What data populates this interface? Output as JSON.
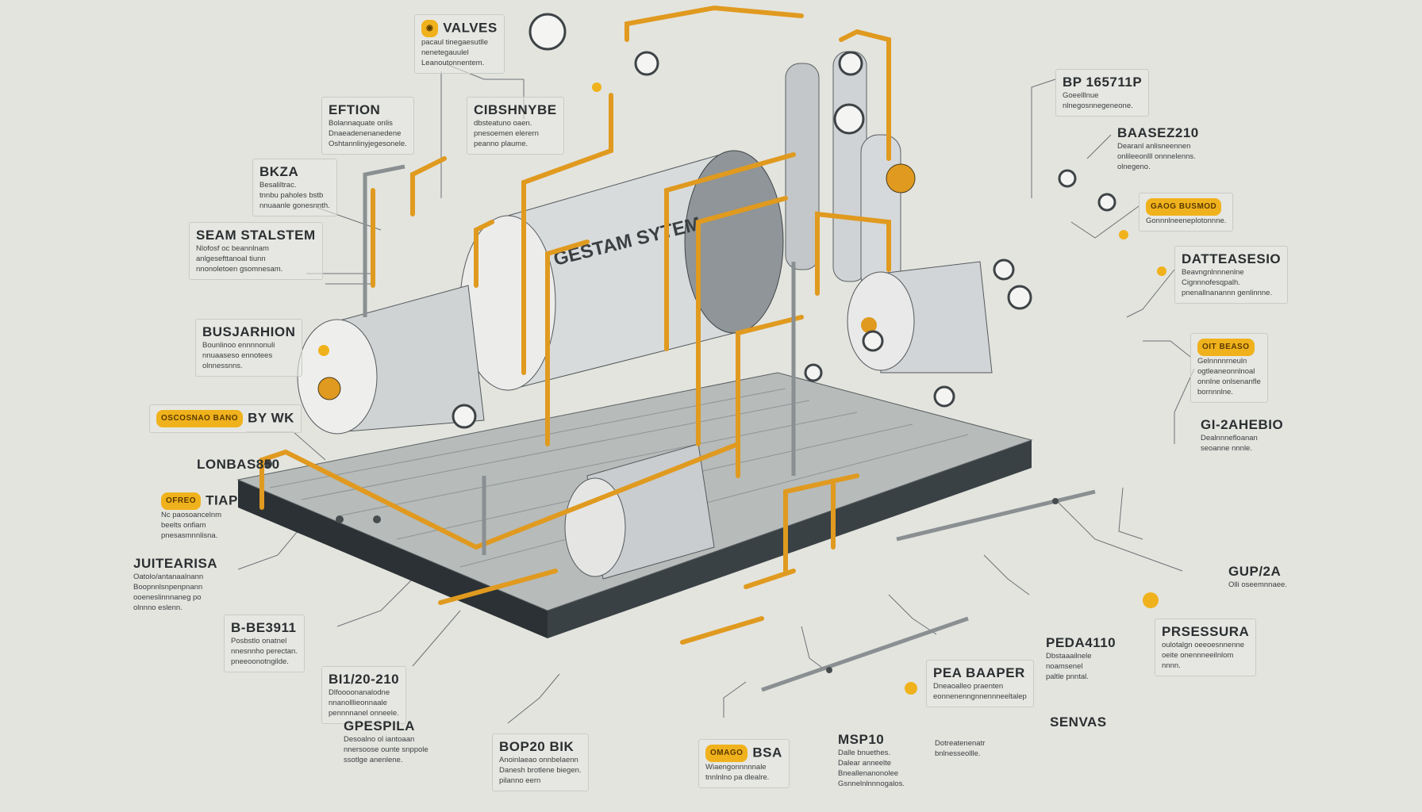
{
  "diagram": {
    "tank_title": "GESTAM SYTEM",
    "colors": {
      "background": "#e3e4de",
      "pipe": "#e09a1f",
      "metal": "#c9cdcf",
      "base": "#2f3538",
      "badge": "#f0b21c"
    },
    "labels": [
      {
        "title": "VALVES",
        "icon": "valve-badge-icon",
        "lines": [
          "pacaul tinegaesutlle",
          "nenetegauulel",
          "Leanoutonnentem."
        ]
      },
      {
        "title": "EFTION",
        "lines": [
          "Bolannaquate onlis",
          "Dnaeadenenanedene",
          "Oshtannlinyjegesonele."
        ]
      },
      {
        "title": "CIBSHNYBE",
        "lines": [
          "dbsteatuno oaen.",
          "pnesoemen elerern",
          "peanno plaume."
        ]
      },
      {
        "title": "BKZA",
        "lines": [
          "Besaliltrac.",
          "tnnbu paholes bstb",
          "nnuaanle gonesnnth."
        ]
      },
      {
        "title": "SEAM STALSTEM",
        "lines": [
          "Nlofosf oc beannlnam",
          "anlgesefttanoal tiunn",
          "nnonoletoen gsomnesam."
        ]
      },
      {
        "title": "BUSJARHION",
        "lines": [
          "Bounlinoo ennnnonuli",
          "nnuaaseso ennotees",
          "olnnessnns."
        ]
      },
      {
        "title": "BY WK",
        "badge": "OSCOSNAO BANO",
        "lines": []
      },
      {
        "title": "LONBAS850",
        "lines": []
      },
      {
        "title": "TIAP",
        "badge": "OFREO",
        "lines": [
          "Nc paosoancelnm",
          "beelts onfiam",
          "pnesasmnnlisna."
        ]
      },
      {
        "title": "JUITEARISA",
        "lines": [
          "Oatolo/antanaalnann",
          "Boopnnlsnpenpnann",
          "ooeneslinnnaneg po",
          "olnnno eslenn."
        ]
      },
      {
        "title": "B-BE3911",
        "lines": [
          "Posbstlo onatnel",
          "nnesnnho perectan.",
          "pneeoonotngilde."
        ]
      },
      {
        "title": "BI1/20-210",
        "lines": [
          "Dlfoooonanalodne",
          "nnanolllieonnaale",
          "pennnnanel onneele."
        ]
      },
      {
        "title": "GPESPILA",
        "lines": [
          "Desoalno ol iantoaan",
          "nnersoose ounte snppole",
          "ssotlge anenlene."
        ]
      },
      {
        "title": "BOP20 BIK",
        "lines": [
          "Anoinlaeao onnbelaenn",
          "Danesh brotlene biegen.",
          "pilanno eern"
        ]
      },
      {
        "title": "BSA",
        "badge": "OMAGO",
        "lines": [
          "Wiaengonnnnnale",
          "tnnlnlno pa dlealre."
        ]
      },
      {
        "title": "MSP10",
        "lines": [
          "Dalle bnuethes.",
          "Dalear anneelte",
          "Bneallenanonolee",
          "Gsnnelnlnnnogalos."
        ]
      },
      {
        "title": "",
        "lines": [
          "Dotreatenenatr",
          "bnlnesseollle."
        ]
      },
      {
        "title": "PEA BAAPER",
        "lines": [
          "Dneaoalleo praenten",
          "eonnenenngnnennneeltalep"
        ]
      },
      {
        "title": "SENVAS",
        "lines": []
      },
      {
        "title": "PEDA4110",
        "lines": [
          "Dbstaaailnele",
          "noamsenel",
          "paltle pnntal."
        ]
      },
      {
        "title": "PRSESSURA",
        "lines": [
          "oulotalgn oeeoesnnenne",
          "oeite onennneeilnlom",
          "nnnn."
        ]
      },
      {
        "title": "GUP/2A",
        "lines": [
          "Olli oseemnnaee."
        ]
      },
      {
        "title": "GI-2AHEBIO",
        "lines": [
          "Dealnnnefloanan",
          "seoanne nnnle."
        ]
      },
      {
        "title": "",
        "badge": "OIT BEASO",
        "lines": [
          "Gelnnnnrneuln",
          "ogtleaneonnlnoal",
          "onnlne onlsenanfle",
          "bornnnlne."
        ]
      },
      {
        "title": "DATTEASESIO",
        "lines": [
          "Beavngnlnnnenlne",
          "Cignnnofesqpalh.",
          "pnenallnanannn genlinnne."
        ]
      },
      {
        "title": "",
        "badge": "GAOG BUSMOD",
        "lines": [
          "Gonnnlneeneplotonnne."
        ]
      },
      {
        "title": "BAASEZ210",
        "lines": [
          "Dearanl anlisneennen",
          "onlileeonlll onnnelenns.",
          "olnegeno."
        ]
      },
      {
        "title": "BP 165711P",
        "lines": [
          "Goeelllnue",
          "nlnegosnnegeneone."
        ]
      }
    ]
  }
}
